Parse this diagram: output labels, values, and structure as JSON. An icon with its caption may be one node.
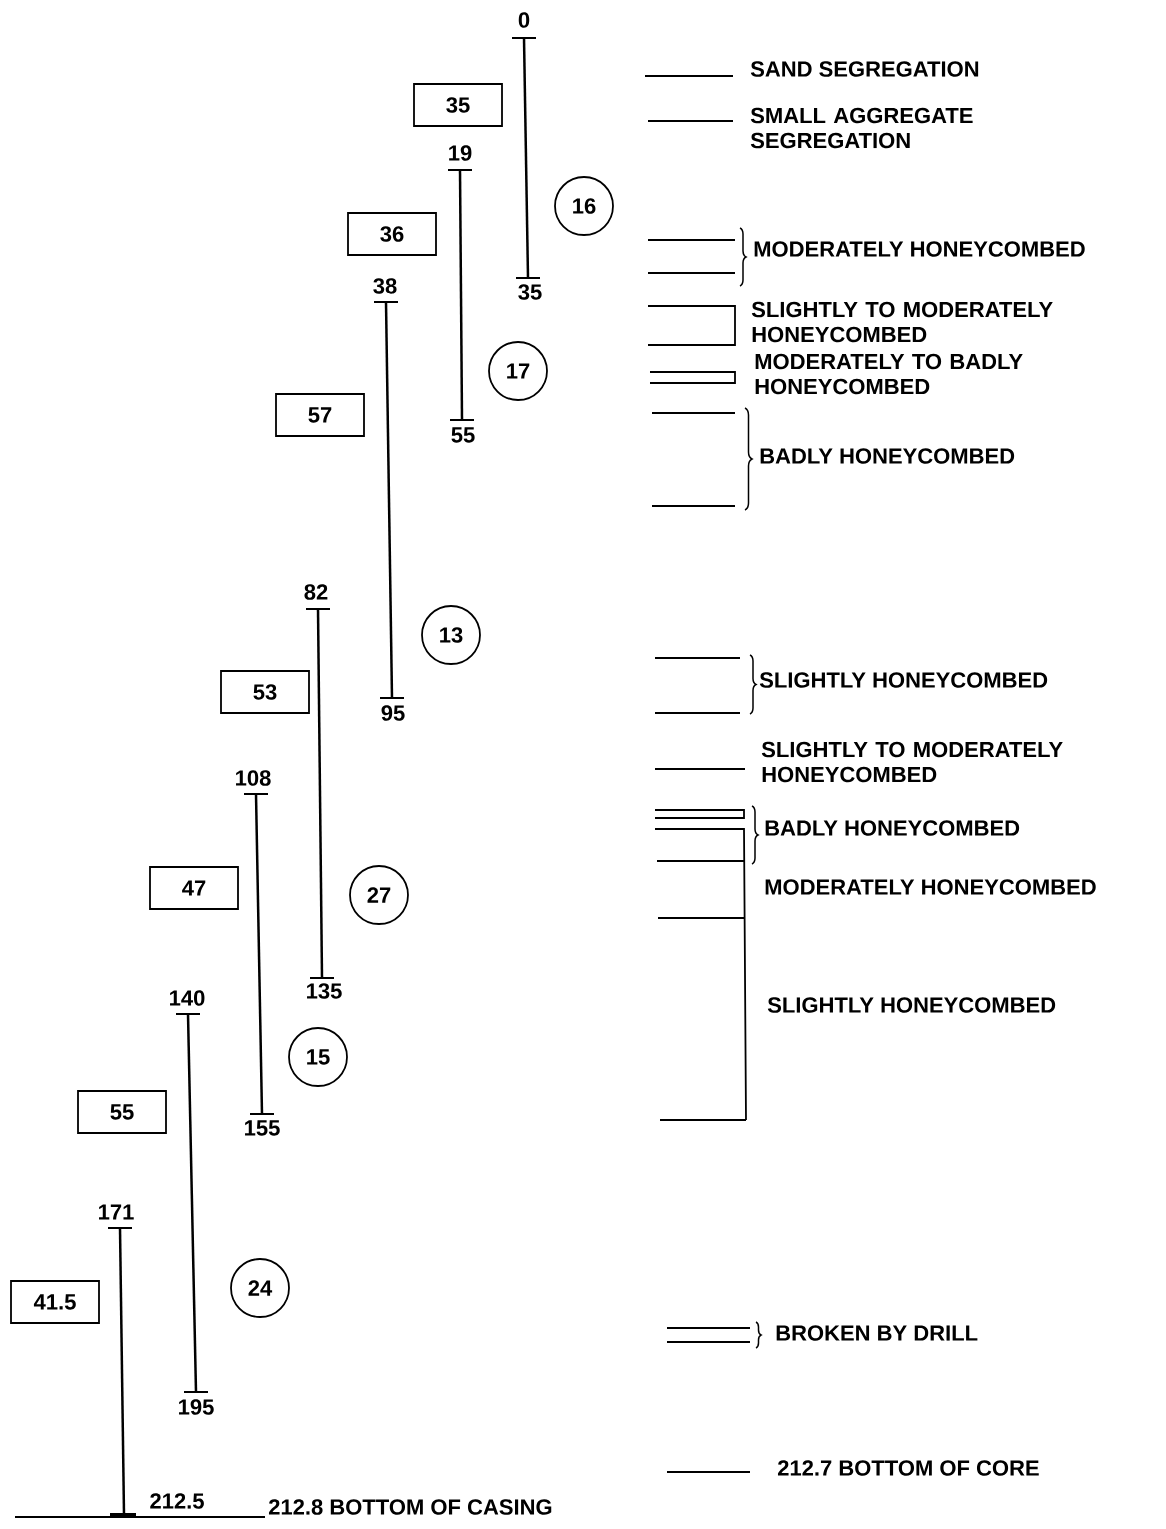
{
  "diagram": {
    "nodes": [
      {
        "text": [
          "35"
        ]
      },
      {
        "text": [
          "16"
        ]
      },
      {
        "text": [
          "36"
        ]
      },
      {
        "text": [
          "17"
        ]
      },
      {
        "text": [
          "57"
        ]
      },
      {
        "text": [
          "13"
        ]
      },
      {
        "text": [
          "53"
        ]
      },
      {
        "text": [
          "47"
        ]
      },
      {
        "text": [
          "27"
        ]
      },
      {
        "text": [
          "15"
        ]
      },
      {
        "text": [
          "55"
        ]
      },
      {
        "text": [
          "24"
        ]
      },
      {
        "text": [
          "41.5"
        ]
      }
    ],
    "labels": [
      "0",
      "SAND SEGREGATION",
      "SMALL AGGREGATE SEGREGATION",
      "19",
      "MODERATELY HONEYCOMBED",
      "38",
      "35",
      "SLIGHTLY TO MODERATELY HONEYCOMBED",
      "MODERATELY TO BADLY HONEYCOMBED",
      "55",
      "BADLY HONEYCOMBED",
      "82",
      "SLIGHTLY HONEYCOMBED",
      "95",
      "SLIGHTLY TO MODERATELY HONEYCOMBED",
      "108",
      "BADLY HONEYCOMBED",
      "MODERATELY HONEYCOMBED",
      "135",
      "140",
      "SLIGHTLY HONEYCOMBED",
      "155",
      "171",
      "BROKEN BY DRILL",
      "195",
      "212.7 BOTTOM OF CORE",
      "212.5",
      "212.8 BOTTOM OF CASING"
    ]
  }
}
